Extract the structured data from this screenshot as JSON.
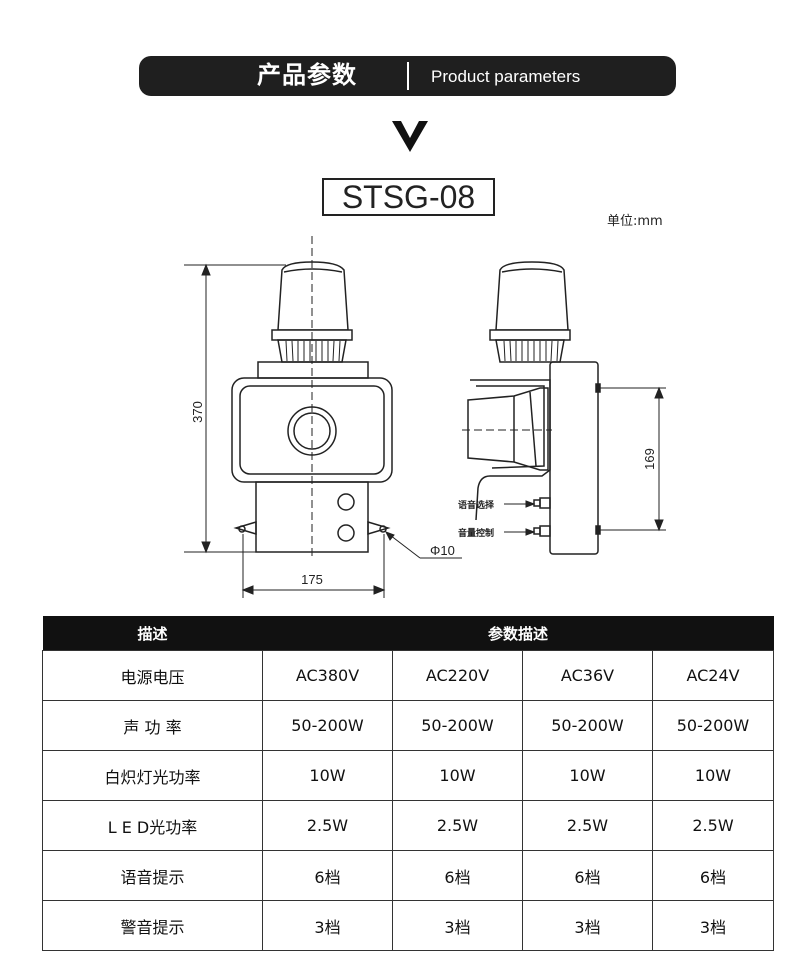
{
  "banner": {
    "title_zh": "产品参数",
    "title_en": "Product parameters"
  },
  "model": "STSG-08",
  "unit_label": "单位:mm",
  "drawing": {
    "dim_height": "370",
    "dim_width": "175",
    "dim_hole": "Φ10",
    "dim_side": "169",
    "label_voice": "语音选择",
    "label_volume": "音量控制"
  },
  "table": {
    "headers": [
      "描述",
      "参数描述"
    ],
    "rows": [
      {
        "label": "电源电压",
        "values": [
          "AC380V",
          "AC220V",
          "AC36V",
          "AC24V"
        ]
      },
      {
        "label": "声 功 率",
        "values": [
          "50-200W",
          "50-200W",
          "50-200W",
          "50-200W"
        ]
      },
      {
        "label": "白炽灯光功率",
        "values": [
          "10W",
          "10W",
          "10W",
          "10W"
        ]
      },
      {
        "label": "L E D光功率",
        "values": [
          "2.5W",
          "2.5W",
          "2.5W",
          "2.5W"
        ]
      },
      {
        "label": "语音提示",
        "values": [
          "6档",
          "6档",
          "6档",
          "6档"
        ]
      },
      {
        "label": "警音提示",
        "values": [
          "3档",
          "3档",
          "3档",
          "3档"
        ]
      }
    ]
  }
}
